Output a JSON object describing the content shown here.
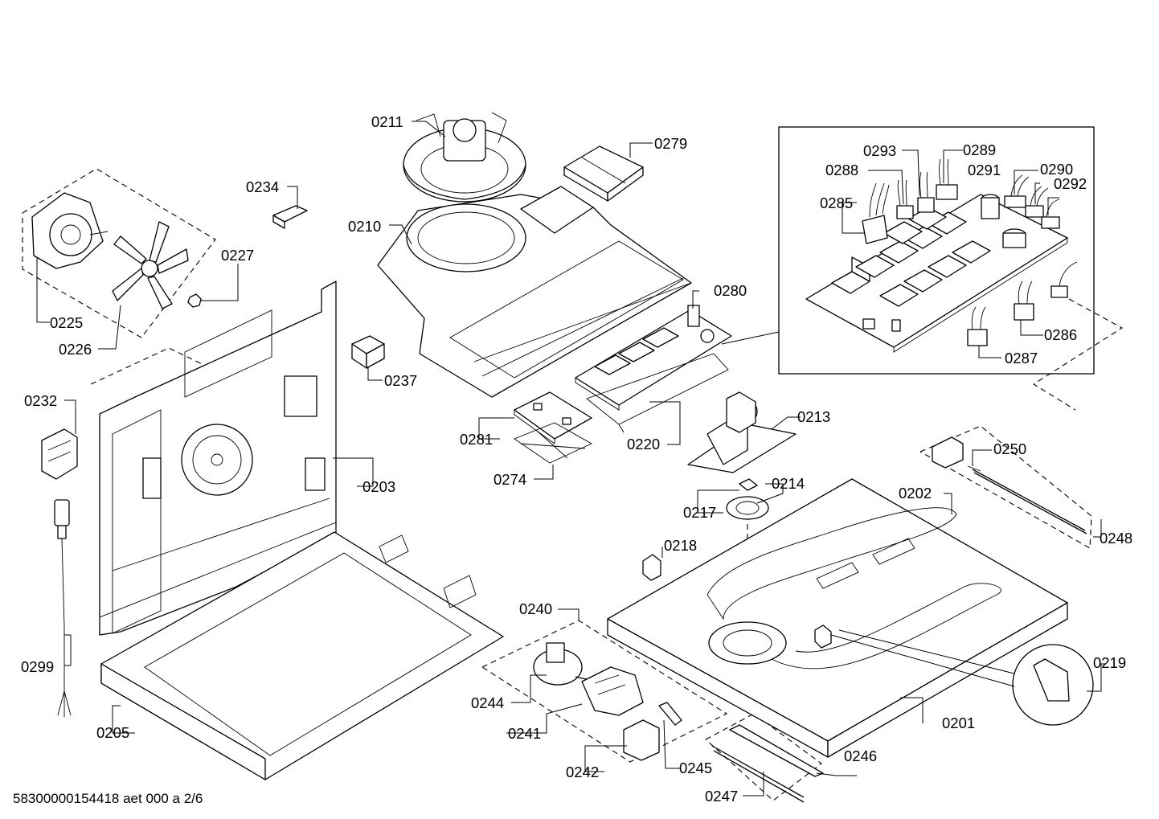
{
  "labels": {
    "p0211": "0211",
    "p0279": "0279",
    "p0234": "0234",
    "p0210": "0210",
    "p0227": "0227",
    "p0225": "0225",
    "p0226": "0226",
    "p0280": "0280",
    "p0237": "0237",
    "p0232": "0232",
    "p0203": "0203",
    "p0281": "0281",
    "p0220": "0220",
    "p0274": "0274",
    "p0213": "0213",
    "p0217": "0217",
    "p0214": "0214",
    "p0218": "0218",
    "p0202": "0202",
    "p0250": "0250",
    "p0248": "0248",
    "p0240": "0240",
    "p0299": "0299",
    "p0205": "0205",
    "p0244": "0244",
    "p0241": "0241",
    "p0242": "0242",
    "p0245": "0245",
    "p0247": "0247",
    "p0246": "0246",
    "p0201": "0201",
    "p0219": "0219",
    "p0293": "0293",
    "p0289": "0289",
    "p0288": "0288",
    "p0291": "0291",
    "p0290": "0290",
    "p0292": "0292",
    "p0285": "0285",
    "p0286": "0286",
    "p0287": "0287"
  },
  "footer": {
    "code": "58300000154418 aet 000 a 2/6"
  }
}
